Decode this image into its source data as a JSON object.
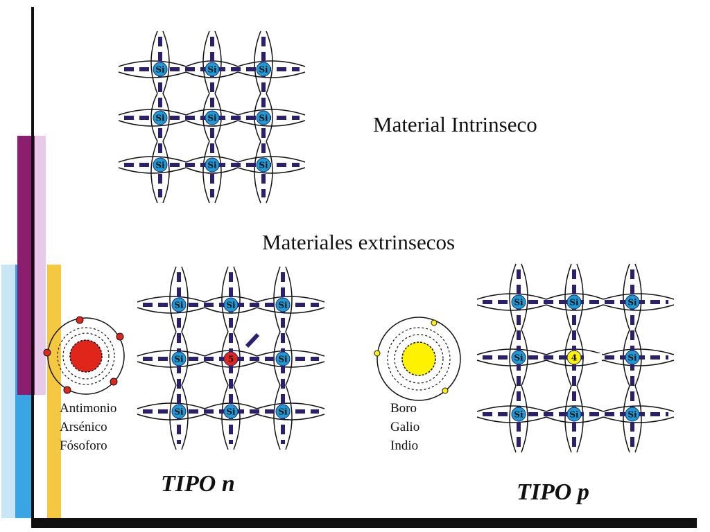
{
  "slide": {
    "accent_colors": {
      "purple": "#8b1f6e",
      "blue": "#3aa5e3",
      "yellow": "#f5c842",
      "bond": "#2b1f6e",
      "si_atom": "#1e9bd7",
      "donor": "#e0261b",
      "acceptor": "#fff200"
    },
    "title_intrinsic": "Material Intrinseco",
    "title_extrinsic": "Materiales extrinsecos",
    "atom_label": "Si",
    "donor_impurity_label": "5",
    "acceptor_impurity_label": "4",
    "donor_elements": [
      "Antimonio",
      "Arsénico",
      "Fósoforo"
    ],
    "acceptor_elements": [
      "Boro",
      "Galio",
      "Indio"
    ],
    "type_n_label": "TIPO  n",
    "type_p_label": "TIPO  p"
  }
}
